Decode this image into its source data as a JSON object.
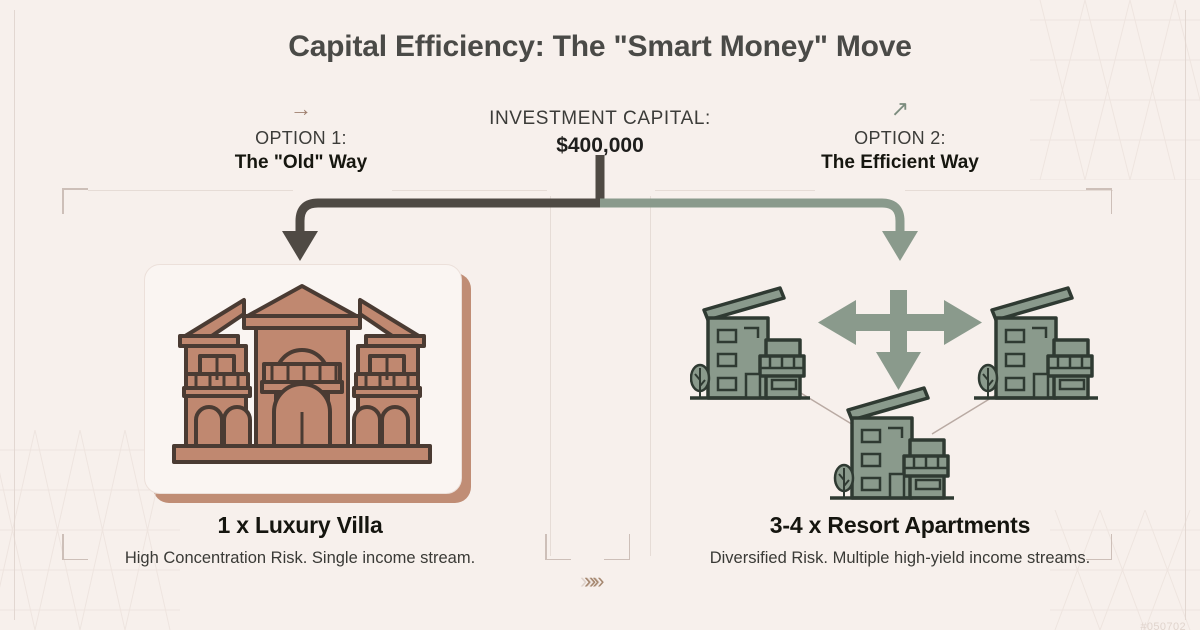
{
  "page": {
    "title": "Capital Efficiency: The \"Smart Money\" Move",
    "background_color": "#f7f0ec",
    "watermark": "#050702"
  },
  "capital": {
    "label": "INVESTMENT CAPITAL:",
    "amount": "$400,000"
  },
  "options": [
    {
      "icon": "arrow-right-icon",
      "icon_glyph": "→",
      "kicker": "OPTION 1:",
      "title": "The \"Old\" Way",
      "accent_color": "#a08070"
    },
    {
      "icon": "arrow-up-right-icon",
      "icon_glyph": "↗",
      "kicker": "OPTION 2:",
      "title": "The Efficient Way",
      "accent_color": "#7c8c7e"
    }
  ],
  "panels": [
    {
      "illustration": "luxury-villa-illustration",
      "caption_title": "1 x Luxury Villa",
      "caption_body": "High Concentration Risk. Single income stream.",
      "color": "#c08870",
      "outline_color": "#4a3b33"
    },
    {
      "illustration": "resort-apartments-illustration",
      "caption_title": "3-4 x Resort Apartments",
      "caption_body": "Diversified Risk. Multiple high-yield income streams.",
      "color": "#8a9a8c",
      "outline_color": "#2f3a32"
    }
  ],
  "connector": {
    "left_color": "#4f4a44",
    "right_color": "#8a9a8c"
  },
  "footer": {
    "chevron": "»»"
  }
}
